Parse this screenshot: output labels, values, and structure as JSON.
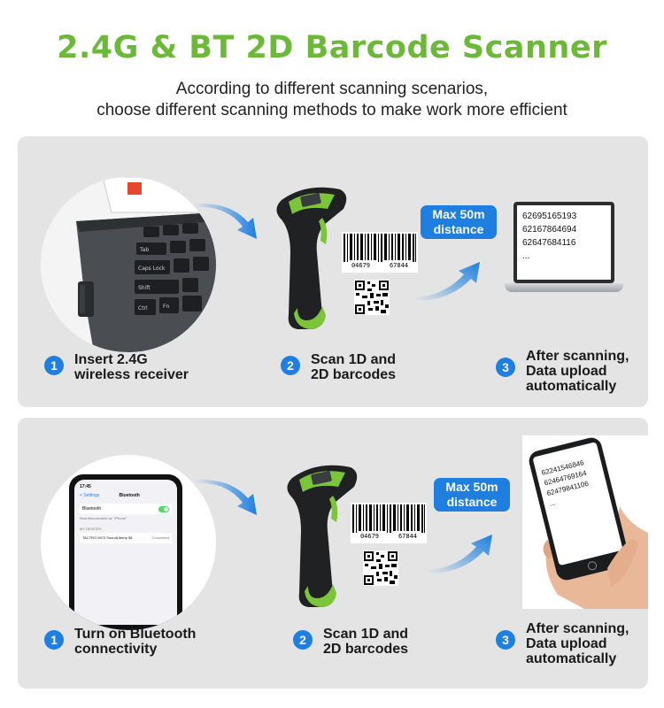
{
  "title": "2.4G & BT 2D Barcode Scanner",
  "subtitle_line1": "According to different scanning scenarios,",
  "subtitle_line2": "choose different scanning methods to make work more efficient",
  "colors": {
    "title_green": "#6cb93a",
    "accent_blue": "#1e7fe0",
    "panel_gray": "#e4e4e4",
    "scanner_green": "#7cc43a"
  },
  "panel1": {
    "badge_line1": "Max 50m",
    "badge_line2": "distance",
    "barcode_digits_left": "04679",
    "barcode_digits_right": "67844",
    "keyboard_keys": [
      "Tab",
      "Caps Lock",
      "Shift",
      "Ctrl",
      "Fn"
    ],
    "screen_codes": [
      "62695165193",
      "62167864694",
      "62647684116",
      "..."
    ],
    "steps": [
      {
        "num": "1",
        "line1": "Insert 2.4G",
        "line2": "wireless receiver",
        "line3": ""
      },
      {
        "num": "2",
        "line1": "Scan 1D and",
        "line2": "2D barcodes",
        "line3": ""
      },
      {
        "num": "3",
        "line1": "After scanning,",
        "line2": "Data upload",
        "line3": "automatically"
      }
    ]
  },
  "panel2": {
    "badge_line1": "Max 50m",
    "badge_line2": "distance",
    "barcode_digits_left": "04679",
    "barcode_digits_right": "67844",
    "phone_settings": {
      "time": "17:45",
      "back": "< Settings",
      "header": "Bluetooth",
      "row_bluetooth": "Bluetooth",
      "row_note": "Now discoverable as \"iPhone\".",
      "section": "MY DEVICES",
      "device": "TACTRO MCS SoundLiberty 58",
      "device_status": "Connected"
    },
    "phone_codes": [
      "62241546846",
      "62464769164",
      "62479841106",
      "..."
    ],
    "steps": [
      {
        "num": "1",
        "line1": "Turn on Bluetooth",
        "line2": "connectivity",
        "line3": ""
      },
      {
        "num": "2",
        "line1": "Scan 1D and",
        "line2": "2D barcodes",
        "line3": ""
      },
      {
        "num": "3",
        "line1": "After scanning,",
        "line2": "Data upload",
        "line3": "automatically"
      }
    ]
  }
}
